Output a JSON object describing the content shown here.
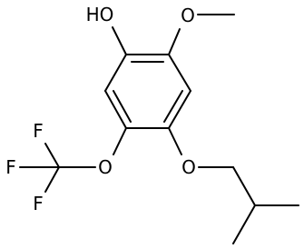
{
  "molecule": {
    "atom_labels": {
      "hydroxyl": "HO",
      "methoxy_oxygen": "O",
      "isobutoxy_oxygen": "O",
      "trifluoromethoxy_oxygen": "O",
      "fluorine_top": "F",
      "fluorine_left": "F",
      "fluorine_bottom": "F"
    },
    "colors": {
      "bond": "#000000",
      "label": "#000000",
      "background": "#ffffff"
    }
  }
}
